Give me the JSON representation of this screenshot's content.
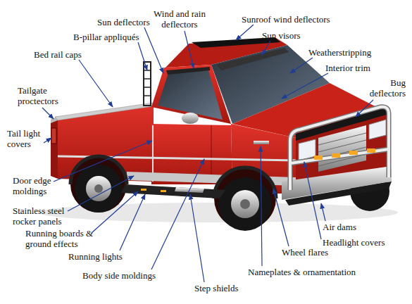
{
  "diagram": {
    "labels": [
      "Sun deflectors",
      "Wind and rain deflectors",
      "Sunroof wind deflectors",
      "B-pillar appliqués",
      "Sun visors",
      "Bed rail caps",
      "Weatherstripping",
      "Interior trim",
      "Bug deflectors",
      "Tailgate proctectors",
      "Tail light covers",
      "Door edge moldings",
      "Stainless steel rocker panels",
      "Running boards & ground effects",
      "Running lights",
      "Body side moldings",
      "Step shields",
      "Nameplates & ornamentation",
      "Wheel flares",
      "Headlight covers",
      "Air dams"
    ]
  }
}
